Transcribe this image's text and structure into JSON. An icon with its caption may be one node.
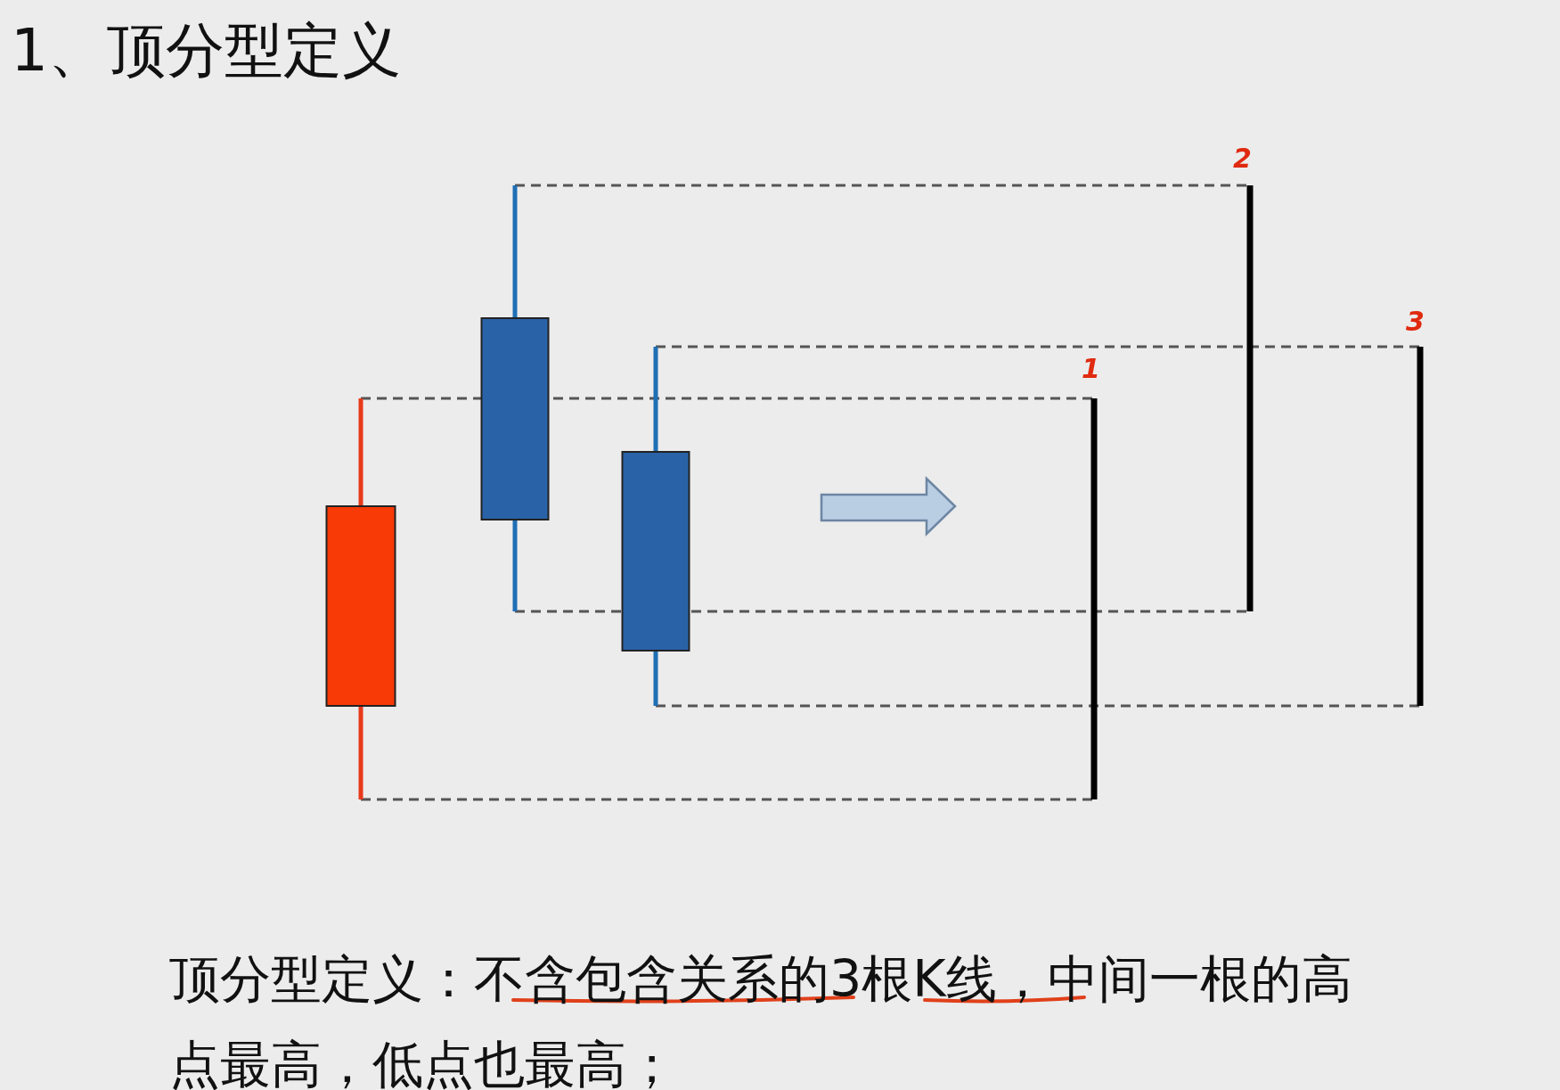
{
  "diagram": {
    "title": "1、顶分型定义",
    "labels": [
      "2",
      "3",
      "1"
    ],
    "caption": "顶分型定义：不含包含关系的3根K线，中间一根的高点最高，低点也最高；"
  }
}
